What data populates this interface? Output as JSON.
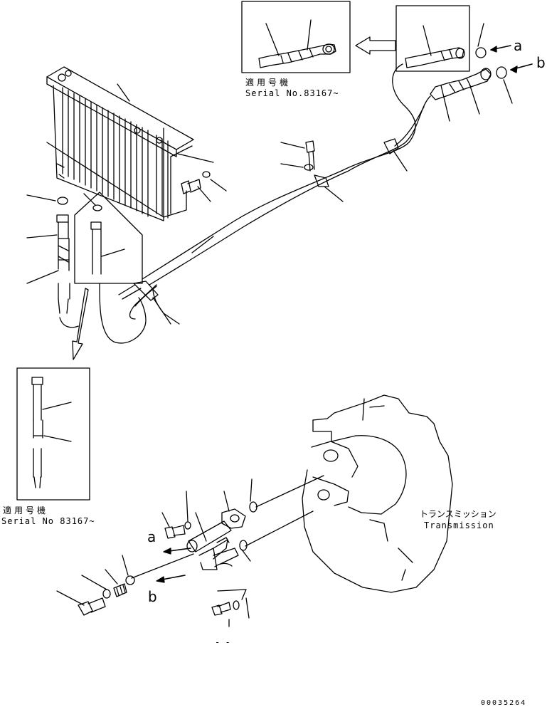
{
  "callouts": {
    "a_top": "a",
    "b_top": "b",
    "a_bottom": "a",
    "b_bottom": "b"
  },
  "serial_notes": [
    {
      "jp": "適用号機",
      "en": "Serial No.83167~"
    },
    {
      "jp": "適用号機",
      "en": "Serial No 83167~"
    }
  ],
  "transmission": {
    "jp": "トランスミッション",
    "en": "Transmission"
  },
  "part_number": "00035264",
  "stray_mark": "- -"
}
